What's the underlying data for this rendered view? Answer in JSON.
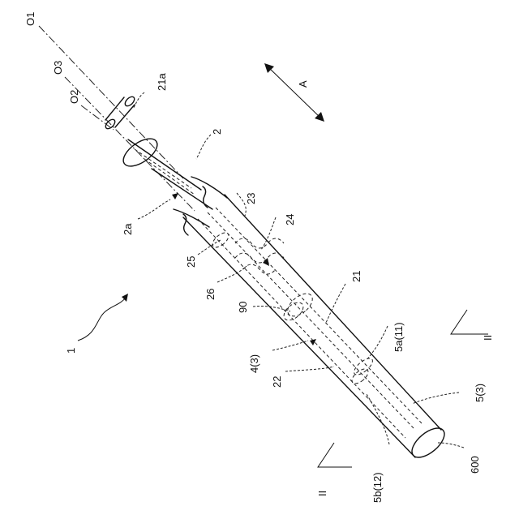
{
  "figure": {
    "labels": {
      "O1": "O1",
      "O3": "O3",
      "O2": "O2",
      "l21a": "21a",
      "A": "A",
      "l2": "2",
      "l2a": "2a",
      "l23": "23",
      "l24": "24",
      "l25": "25",
      "l26": "26",
      "l90": "90",
      "l21": "21",
      "l1": "1",
      "l4_3": "4(3)",
      "l22": "22",
      "l5a_11": "5a(11)",
      "l5_3": "5(3)",
      "l5b_12": "5b(12)",
      "l600": "600",
      "II_top": "II",
      "II_bottom": "II"
    }
  }
}
